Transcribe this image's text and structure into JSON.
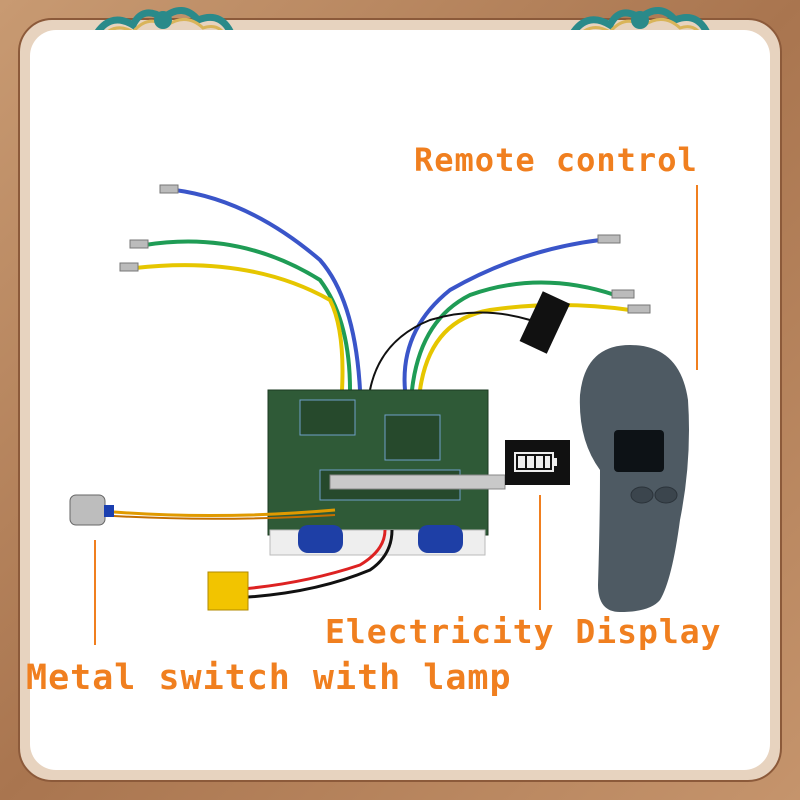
{
  "labels": {
    "remote_control": "Remote control",
    "electricity_display": "Electricity Display",
    "metal_switch": "Metal switch with lamp"
  },
  "colors": {
    "label_orange": "#f07f1f",
    "frame_brown": "#a9754f",
    "board_green": "#2f5a37",
    "remote_gray": "#4e5a63"
  },
  "icons": [
    "cloud-ornament-left",
    "cloud-ornament-right",
    "battery-display-icon"
  ]
}
